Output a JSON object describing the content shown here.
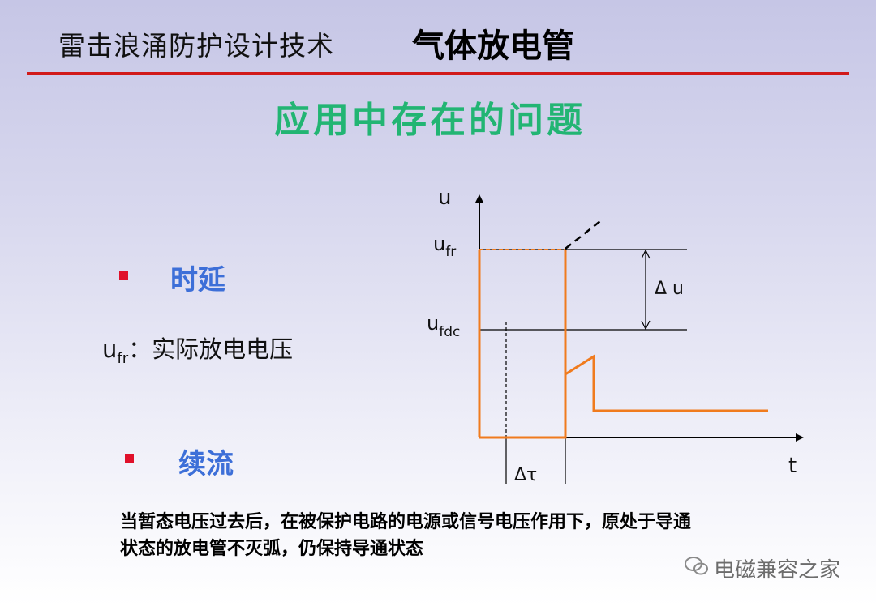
{
  "header": {
    "left_title": "雷击浪涌防护设计技术",
    "right_title": "气体放电管"
  },
  "subtitle": "应用中存在的问题",
  "bullets": [
    {
      "label": "时延"
    },
    {
      "label": "续流"
    }
  ],
  "definition": {
    "symbol": "u",
    "subscript": "fr",
    "text": "：实际放电电压"
  },
  "description": "当暂态电压过去后，在被保护电路的电源或信号电压作用下，原处于导通状态的放电管不灭弧，仍保持导通状态",
  "diagram": {
    "y_axis_label": "u",
    "x_axis_label": "t",
    "ufr_label": {
      "main": "u",
      "sub": "fr"
    },
    "ufdc_label": {
      "main": "u",
      "sub": "fdc"
    },
    "delta_u_label": "Δ u",
    "delta_tau_label": "Δτ",
    "colors": {
      "waveform": "#f07b1e",
      "axes": "#000000"
    }
  },
  "watermark": "电磁兼容之家",
  "colors": {
    "rule": "#d11a1a",
    "subtitle": "#22b573",
    "bullet": "#e0102a",
    "bullet_label": "#3d6fd8"
  }
}
